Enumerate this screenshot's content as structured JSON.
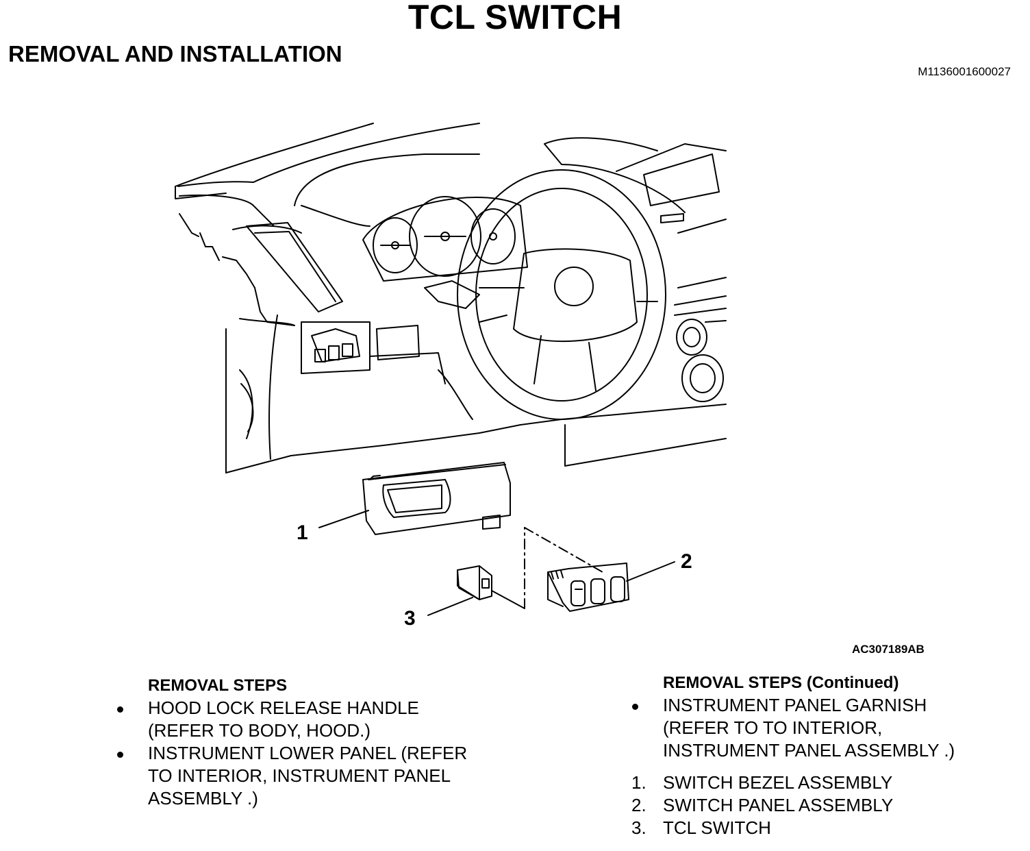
{
  "title": "TCL SWITCH",
  "subtitle": "REMOVAL AND INSTALLATION",
  "doc_id": "M1136001600027",
  "figure_id": "AC307189AB",
  "callouts": [
    "1",
    "2",
    "3"
  ],
  "left_column": {
    "heading": "REMOVAL STEPS",
    "items": [
      {
        "marker": "bullet",
        "lines": [
          "HOOD LOCK RELEASE HANDLE",
          "(REFER TO  BODY, HOOD.)"
        ]
      },
      {
        "marker": "bullet",
        "lines": [
          "INSTRUMENT LOWER PANEL (REFER",
          "TO INTERIOR, INSTRUMENT PANEL",
          "ASSEMBLY .)"
        ]
      }
    ]
  },
  "right_column": {
    "heading": "REMOVAL STEPS (Continued)",
    "bullets": [
      {
        "marker": "bullet",
        "lines": [
          "INSTRUMENT PANEL GARNISH",
          "(REFER TO TO INTERIOR,",
          "INSTRUMENT PANEL ASSEMBLY .)"
        ]
      }
    ],
    "numbered": [
      {
        "num": "1.",
        "text": "SWITCH BEZEL ASSEMBLY"
      },
      {
        "num": "2.",
        "text": "SWITCH PANEL ASSEMBLY"
      },
      {
        "num": "3.",
        "text": "TCL SWITCH"
      }
    ]
  }
}
